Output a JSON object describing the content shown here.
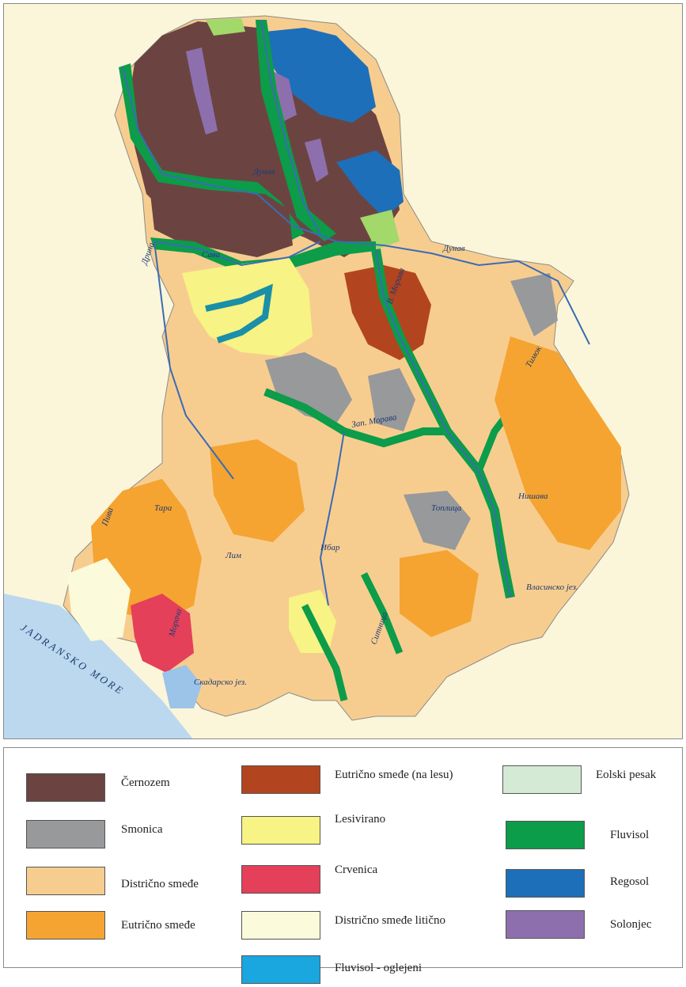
{
  "map": {
    "labels": {
      "sea": "JADRANSKO MORE",
      "dunav_north": "Дунав",
      "dunav_east": "Дунав",
      "sava": "Сава",
      "drina": "Дрина",
      "zap_morava": "Зап. Морава",
      "v_morava": "В. Морава",
      "ibar": "Ибар",
      "lim": "Лим",
      "tara": "Тара",
      "piva": "Пива",
      "moraca": "Морача",
      "skadarsko": "Скадарско јез.",
      "timok": "Тимок",
      "nisava": "Нишава",
      "toplica": "Топлица",
      "sitnica": "Ситница",
      "vlasinsko": "Власинско јез."
    }
  },
  "legend": {
    "items": [
      {
        "label": "Černozem",
        "color": "#6b4441"
      },
      {
        "label": "Smonica",
        "color": "#97999b"
      },
      {
        "label": "Distrično smeđe",
        "color": "#f7cd8f"
      },
      {
        "label": "Eutrično smeđe",
        "color": "#f5a431"
      },
      {
        "label": "Eutrično smeđe (na lesu)",
        "color": "#b2451f"
      },
      {
        "label": "Lesivirano",
        "color": "#f7f384"
      },
      {
        "label": "Crvenica",
        "color": "#e4405a"
      },
      {
        "label": "Distrično smeđe litično",
        "color": "#fbfadb"
      },
      {
        "label": "Fluvisol - oglejeni",
        "color": "#1aa6df"
      },
      {
        "label": "Eolski pesak",
        "color": "#d5ead5"
      },
      {
        "label": "Fluvisol",
        "color": "#0c9c4a"
      },
      {
        "label": "Regosol",
        "color": "#1e6fb9"
      },
      {
        "label": "Solonjec",
        "color": "#8e6fae"
      }
    ]
  }
}
